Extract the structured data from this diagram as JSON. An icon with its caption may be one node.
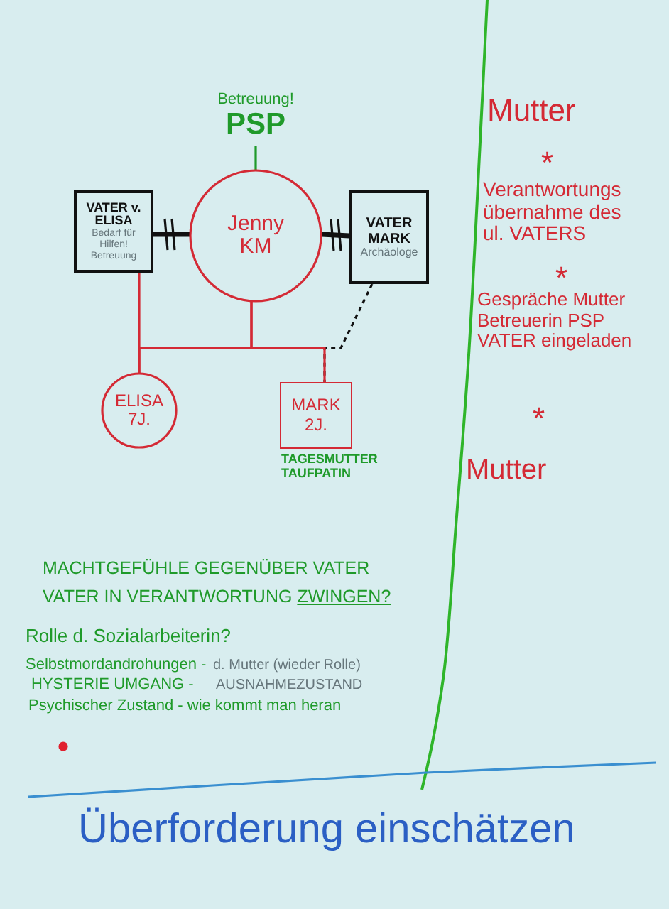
{
  "diagram": {
    "nodes": [
      {
        "text": [
          "Betreuung!",
          "PSP"
        ]
      },
      {
        "text": [
          "VATER v. ELISA",
          "Bedarf für Hilfen! Betreuung"
        ]
      },
      {
        "text": [
          "Jenny KM"
        ]
      },
      {
        "text": [
          "VATER MARK",
          "Archäologe"
        ]
      },
      {
        "text": [
          "ELISA 7J."
        ]
      },
      {
        "text": [
          "MARK 2J."
        ],
        "beside": [
          "TAGESMUTTER TAUFPATIN"
        ]
      }
    ],
    "edges": [
      {
        "from": 0,
        "to": 2,
        "arrow": "none",
        "color": "#1f9a2a"
      },
      {
        "from": 1,
        "to": 2,
        "arrow": "none",
        "style": "thick",
        "color": "#111111"
      },
      {
        "from": 2,
        "to": 3,
        "arrow": "none",
        "style": "thick",
        "color": "#111111"
      },
      {
        "from": 1,
        "to": 4,
        "arrow": "none",
        "color": "#d42a35"
      },
      {
        "from": 2,
        "to": 4,
        "arrow": "none",
        "color": "#d42a35"
      },
      {
        "from": 2,
        "to": 5,
        "arrow": "none",
        "color": "#d42a35"
      },
      {
        "from": 3,
        "to": 5,
        "arrow": "none",
        "style": "dashed",
        "color": "#111111"
      }
    ],
    "labels": [
      "Mutter",
      "*",
      "Verantwortungs übernahme des ul. VATERS",
      "*",
      "Gespräche Mutter Betreuerin PSP VATER eingeladen",
      "*",
      "Mutter",
      "MACHTGEFÜHLE GEGENÜBER VATER",
      "VATER IN VERANTWORTUNG ZWINGEN?",
      "Rolle d. Sozialarbeiterin?",
      "Selbstmordandrohungen -",
      "d. Mutter (wieder Rolle)",
      "HYSTERIE UMGANG -",
      "AUSNAHMEZUSTAND",
      "Psychischer Zustand - wie kommt man heran",
      "Überforderung einschätzen"
    ]
  }
}
